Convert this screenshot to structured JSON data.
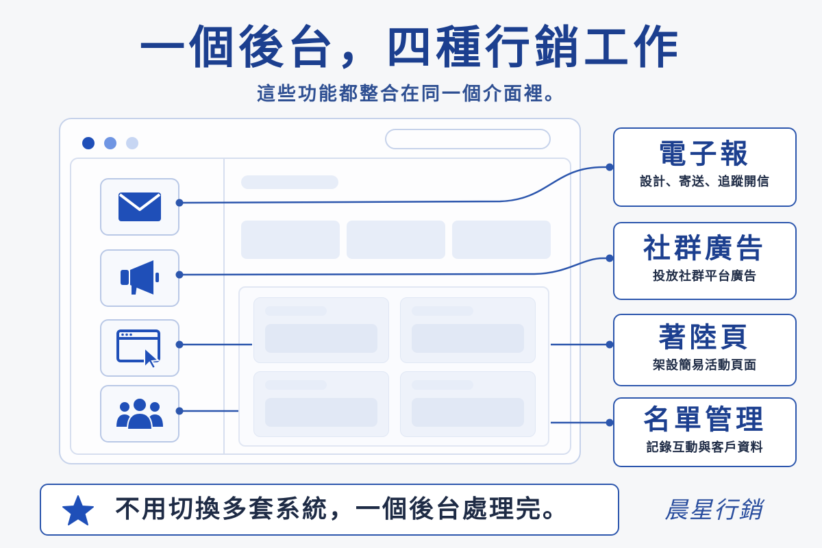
{
  "header": {
    "title": "一個後台，四種行銷工作",
    "subtitle": "這些功能都整合在同一個介面裡。"
  },
  "window": {
    "sidebar_icons": [
      "envelope-icon",
      "megaphone-icon",
      "browser-cursor-icon",
      "users-icon"
    ]
  },
  "features": [
    {
      "title": "電子報",
      "desc": "設計、寄送、追蹤開信"
    },
    {
      "title": "社群廣告",
      "desc": "投放社群平台廣告"
    },
    {
      "title": "著陸頁",
      "desc": "架設簡易活動頁面"
    },
    {
      "title": "名單管理",
      "desc": "記錄互動與客戶資料"
    }
  ],
  "footer": {
    "tagline": "不用切換多套系統，一個後台處理完。",
    "brand": "晨星行銷"
  },
  "colors": {
    "primary": "#1c3f8f",
    "accent": "#2c56ad",
    "placeholder": "#e7edf8"
  }
}
